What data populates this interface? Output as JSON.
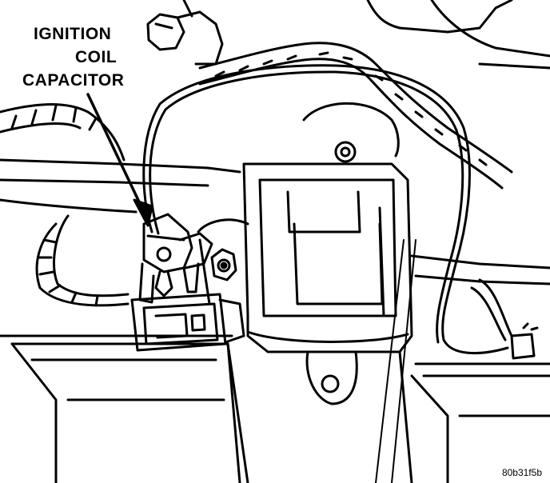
{
  "callout": {
    "line1": "IGNITION",
    "line2": "COIL",
    "line3": "CAPACITOR"
  },
  "figure_id": "80b31f5b",
  "colors": {
    "ink": "#000000",
    "paper": "#ffffff"
  }
}
